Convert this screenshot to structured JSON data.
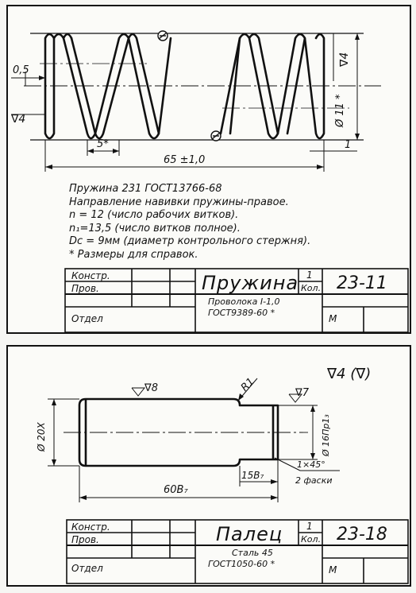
{
  "drawing1": {
    "dims": {
      "gap": "0,5",
      "pitch": "5*",
      "length": "65 ±1,0",
      "diameter": "Ø 11 *",
      "end": "1",
      "rough_left": "∇4",
      "rough_right": "∇4"
    },
    "notes": [
      "Пружина 231 ГОСТ13766-68",
      "Направление навивки пружины-правое.",
      "n = 12 (число рабочих витков).",
      "n₁=13,5 (число витков полное).",
      "Dc = 9мм (диаметр контрольного стержня).",
      "* Размеры для справок."
    ],
    "title_block": {
      "konstr": "Констр.",
      "prov": "Пров.",
      "otdel": "Отдел",
      "name": "Пружина",
      "qty": "1",
      "qty_label": "Кол.",
      "number": "23-11",
      "material_line1": "Проволока I-1,0",
      "material_line2": "ГОСТ9389-60 *",
      "scale": "М"
    }
  },
  "drawing2": {
    "roughness_general": "∇4 (∇)",
    "dims": {
      "rough_top": "∇8",
      "radius": "R1",
      "rough_right": "∇7",
      "diameter_main": "Ø 20X",
      "diameter_neck": "Ø 16Пр1₃",
      "chamfer": "1×45°",
      "chamfer_note": "2 фаски",
      "neck_length": "15В₇",
      "total_length": "60В₇"
    },
    "title_block": {
      "konstr": "Констр.",
      "prov": "Пров.",
      "otdel": "Отдел",
      "name": "Палец",
      "qty": "1",
      "qty_label": "Кол.",
      "number": "23-18",
      "material_line1": "Сталь 45",
      "material_line2": "ГОСТ1050-60 *",
      "scale": "М"
    }
  }
}
